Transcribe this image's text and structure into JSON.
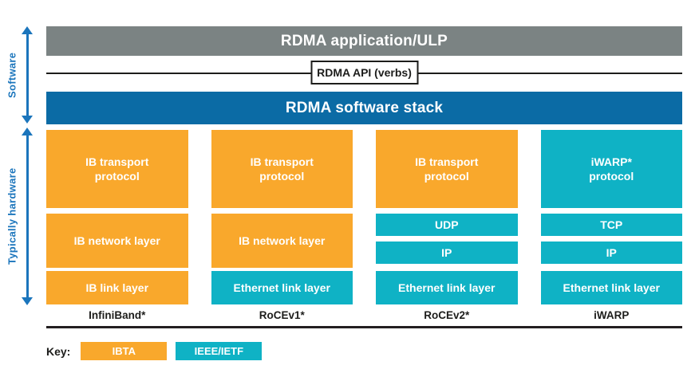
{
  "colors": {
    "orange": "#F9A82C",
    "teal": "#0FB2C5",
    "blue_bar": "#0B6BA5",
    "gray_bar": "#7B8383",
    "arrow_blue": "#1B75BC"
  },
  "top": {
    "application_bar": "RDMA application/ULP",
    "api_label": "RDMA API (verbs)",
    "software_stack_bar": "RDMA software stack"
  },
  "side_labels": {
    "software": "Software",
    "hardware": "Typically hardware"
  },
  "columns": [
    {
      "name": "InfiniBand*",
      "layers": [
        {
          "label": "IB transport\nprotocol",
          "type": "ibta"
        },
        {
          "label": "IB network layer",
          "type": "ibta"
        },
        {
          "label": "IB link layer",
          "type": "ibta"
        }
      ]
    },
    {
      "name": "RoCEv1*",
      "layers": [
        {
          "label": "IB transport\nprotocol",
          "type": "ibta"
        },
        {
          "label": "IB network layer",
          "type": "ibta"
        },
        {
          "label": "Ethernet link layer",
          "type": "ieee"
        }
      ]
    },
    {
      "name": "RoCEv2*",
      "layers": [
        {
          "label": "IB transport\nprotocol",
          "type": "ibta"
        },
        {
          "label": "UDP",
          "type": "ieee"
        },
        {
          "label": "IP",
          "type": "ieee"
        },
        {
          "label": "Ethernet link layer",
          "type": "ieee"
        }
      ]
    },
    {
      "name": "iWARP",
      "layers": [
        {
          "label": "iWARP*\nprotocol",
          "type": "ieee"
        },
        {
          "label": "TCP",
          "type": "ieee"
        },
        {
          "label": "IP",
          "type": "ieee"
        },
        {
          "label": "Ethernet link layer",
          "type": "ieee"
        }
      ]
    }
  ],
  "key": {
    "label": "Key:",
    "items": [
      {
        "label": "IBTA",
        "type": "ibta"
      },
      {
        "label": "IEEE/IETF",
        "type": "ieee"
      }
    ]
  }
}
